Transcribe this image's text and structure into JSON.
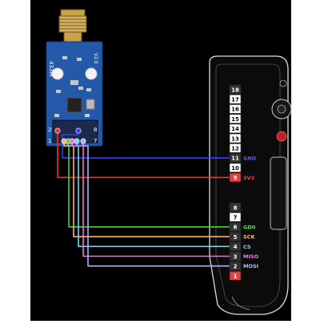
{
  "module": {
    "band_label": "433M",
    "version_label": "V2.0",
    "pin_numbers": [
      "2",
      "1",
      "8",
      "7"
    ],
    "color": "#2458a8"
  },
  "device": {
    "header_top": {
      "pins": [
        "18",
        "17",
        "16",
        "15",
        "14",
        "13",
        "12",
        "11",
        "10",
        "9"
      ],
      "labels": {
        "11": "GND",
        "9": "3V3"
      }
    },
    "header_bottom": {
      "pins": [
        "8",
        "7",
        "6",
        "5",
        "4",
        "3",
        "2",
        "1"
      ],
      "labels": {
        "6": "GD0",
        "5": "SCK",
        "4": "CS",
        "3": "MISO",
        "2": "MOSI"
      }
    }
  },
  "wires": [
    {
      "name": "GND",
      "color": "#3b3bff"
    },
    {
      "name": "3V3",
      "color": "#ff2a2a"
    },
    {
      "name": "GD0",
      "color": "#33dd33"
    },
    {
      "name": "SCK",
      "color": "#ffb070"
    },
    {
      "name": "CS",
      "color": "#66d6ff"
    },
    {
      "name": "MISO",
      "color": "#ff66dd"
    },
    {
      "name": "MOSI",
      "color": "#b0b0ff"
    }
  ],
  "label_colors": {
    "GND": "#5a5aff",
    "3V3": "#ff4040",
    "GD0": "#44ee44",
    "SCK": "#ffbb88",
    "CS": "#77ddff",
    "MISO": "#ff77ee",
    "MOSI": "#bbbbff"
  }
}
